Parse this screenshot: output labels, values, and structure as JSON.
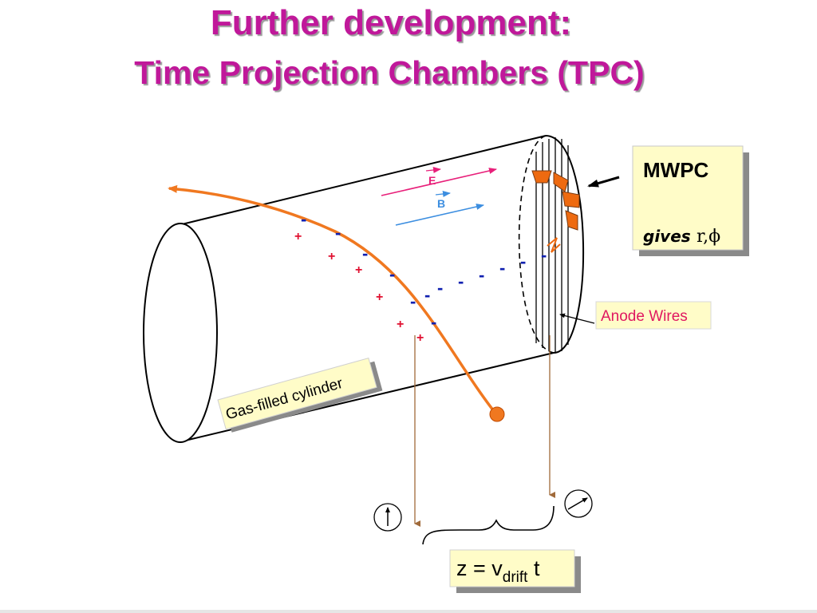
{
  "title": {
    "line1": "Further development:",
    "line2": "Time Projection Chambers (TPC)"
  },
  "labels": {
    "mwpc_title": "MWPC",
    "mwpc_gives": "gives",
    "mwpc_coords": "r,ϕ",
    "anode_wires": "Anode Wires",
    "gas_cylinder": "Gas-filled cylinder",
    "field_e": "E",
    "field_b": "B",
    "formula_z": "z = v",
    "formula_sub": "drift",
    "formula_t": " t"
  },
  "charges": {
    "minus": "-",
    "plus": "+"
  },
  "colors": {
    "title": "#c0189a",
    "track": "#f07820",
    "e_arrow": "#e8207a",
    "b_arrow": "#3c8ee0",
    "electron": "#1020b0",
    "ion": "#e01030",
    "box_fill": "#fffcc8",
    "pad": "#ee6a10",
    "drift_line": "#a06a3a"
  }
}
